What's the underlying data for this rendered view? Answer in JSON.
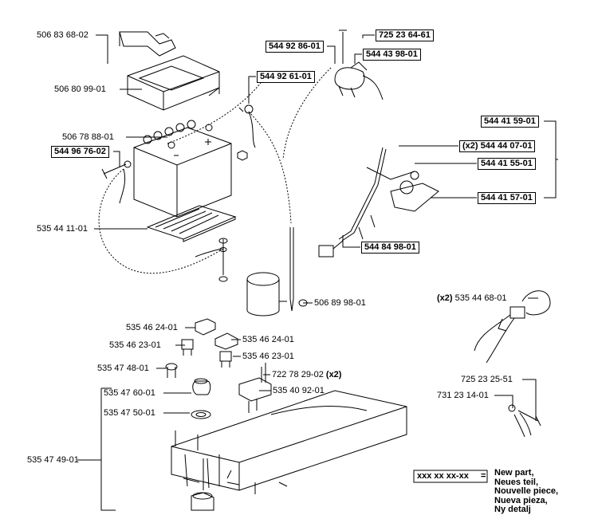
{
  "parts": {
    "p1": "506 83 68-02",
    "p2": "506 80 99-01",
    "p3": "506 78 88-01",
    "p4": "544 96 76-02",
    "p5": "535 44 11-01",
    "p6": "544 92 61-01",
    "p7": "544 92 86-01",
    "p8": "725 23 64-61",
    "p9": "544 43 98-01",
    "p10": "544 41 59-01",
    "p11": "544 44 07-01",
    "p12": "544 41 55-01",
    "p13": "544 41 57-01",
    "p14": "544 84 98-01",
    "p15": "506 89 98-01",
    "p16": "535 44 68-01",
    "p17": "725 23 25-51",
    "p18": "731 23 14-01",
    "p19": "535 46 24-01",
    "p20": "535 46 23-01",
    "p21": "535 46 24-01",
    "p22": "535 46 23-01",
    "p23": "535 47 48-01",
    "p24": "722 78 29-02",
    "p25": "535 40 92-01",
    "p26": "535 47 60-01",
    "p27": "535 47 50-01",
    "p28": "535 47 49-01"
  },
  "qty": {
    "x2": "(x2)"
  },
  "legend": {
    "code": "xxx xx xx-xx",
    "equals": "=",
    "lines": [
      "New part,",
      "Neues teil,",
      "Nouvelle piece,",
      "Nueva pieza,",
      "Ny detalj"
    ]
  }
}
